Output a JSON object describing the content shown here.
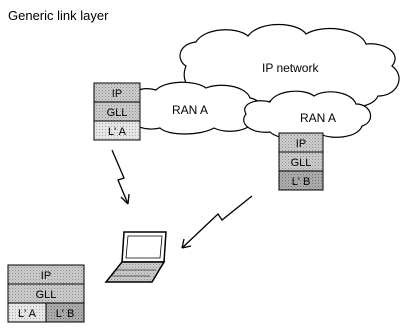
{
  "title": "Generic link layer",
  "clouds": {
    "ip_network": "IP network",
    "ran_a_left": "RAN A",
    "ran_a_right": "RAN A"
  },
  "stacks": {
    "base_station_a": {
      "layers": [
        "IP",
        "GLL",
        "L' A"
      ]
    },
    "base_station_b": {
      "layers": [
        "IP",
        "GLL",
        "L' B"
      ]
    },
    "terminal": {
      "top_layers": [
        "IP",
        "GLL"
      ],
      "bottom_layers": [
        "L' A",
        "L' B"
      ]
    }
  },
  "colors": {
    "stack_fill": "#c8c8c8",
    "stack_fill_dark": "#a8a8a8",
    "stroke": "#000000",
    "background": "#ffffff"
  },
  "icons": {
    "laptop": "laptop-icon",
    "wireless": "lightning-bolt-icon"
  }
}
